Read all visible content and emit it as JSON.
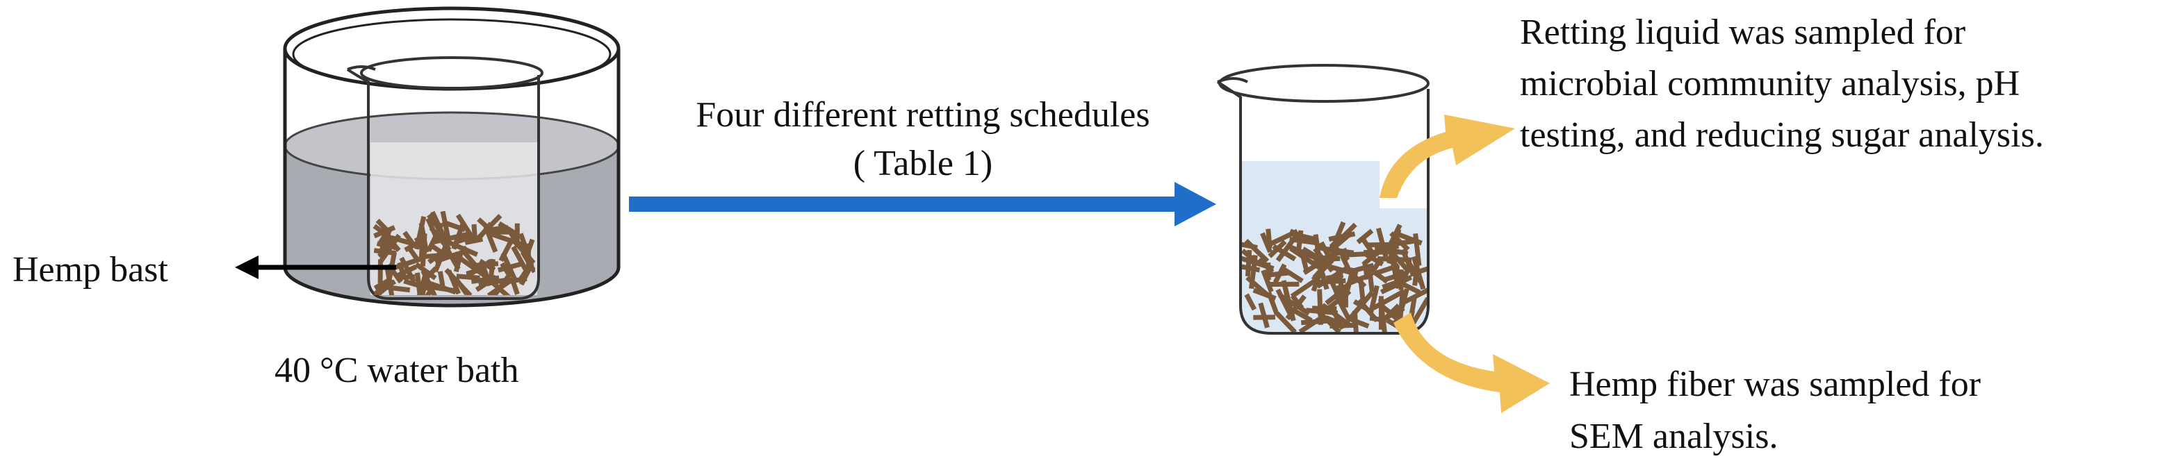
{
  "labels": {
    "hemp_bast": "Hemp bast",
    "water_bath": "40 °C water bath",
    "schedule_line1": "Four different retting schedules",
    "schedule_line2": "( Table 1)",
    "liquid_line1": "Retting liquid was sampled for",
    "liquid_line2": "microbial community analysis, pH",
    "liquid_line3": "testing, and reducing sugar analysis.",
    "fiber_line1": "Hemp fiber was sampled for",
    "fiber_line2": "SEM analysis."
  },
  "colors": {
    "outline": "#222222",
    "bath_water": "#a9abb2",
    "bath_water_top": "#c2c4ca",
    "beaker_water": "#dbe8f4",
    "fiber": "#7b5a3c",
    "process_arrow": "#1f6fc8",
    "sample_arrow": "#f2c15a",
    "pointer_arrow": "#000000"
  },
  "icons": {
    "water_bath": "water-bath-icon",
    "beaker": "beaker-icon",
    "fibers": "hemp-fiber-icon"
  }
}
